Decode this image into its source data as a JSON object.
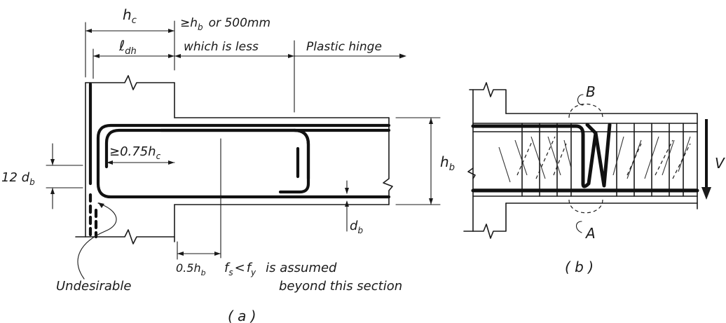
{
  "panel_a": {
    "hc_label": "h",
    "hc_sub": "c",
    "ldh_label": "ℓ",
    "ldh_sub": "dh",
    "hinge_len_line1": "≥h",
    "hinge_len_line1_sub": "b",
    "hinge_len_line1_tail": "or 500mm",
    "hinge_len_line2": "which is less",
    "plastic_hinge": "Plastic hinge",
    "hook_ext_label": "≥0.75h",
    "hook_ext_sub": "c",
    "twelve_db": "12 d",
    "twelve_db_sub": "b",
    "hb_label": "h",
    "hb_sub": "b",
    "db_label": "d",
    "db_sub": "b",
    "half_hb": "0.5h",
    "half_hb_sub": "b",
    "fs_label": "f",
    "fs_sub": "s",
    "lt": "<",
    "fy_label": "f",
    "fy_sub": "y",
    "assumed_tail": "is assumed",
    "beyond": "beyond this section",
    "undesirable": "Undesirable",
    "caption": "( a )"
  },
  "panel_b": {
    "label_B": "B",
    "label_A": "A",
    "shear_label": "V",
    "caption": "( b )"
  }
}
